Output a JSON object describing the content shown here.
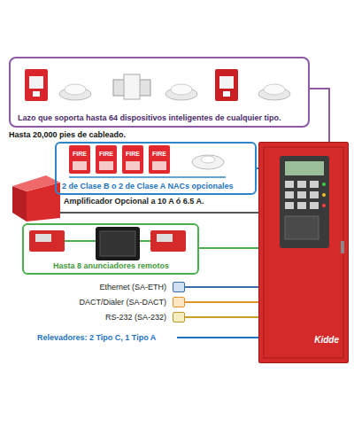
{
  "diagram": {
    "nodes": [
      {
        "text": [
          "Lazo que soporta hasta 64 dispositivos inteligentes de cualquier tipo."
        ]
      },
      {
        "text": [
          "2 de Clase B o 2 de Clase A NACs opcionales"
        ]
      },
      {
        "text": [
          "Amplificador Opcional a 10 A ó 6.5 A."
        ]
      },
      {
        "text": [
          "Hasta 8 anunciadores remotos"
        ]
      },
      {
        "text": [
          "Ethernet (SA-ETH)"
        ]
      },
      {
        "text": [
          "DACT/Dialer (SA-DACT)"
        ]
      },
      {
        "text": [
          "RS-232 (SA-232)"
        ]
      },
      {
        "text": [
          "Kidde"
        ]
      }
    ],
    "edges": [
      {
        "from": 0,
        "to": 7,
        "arrow": "none"
      },
      {
        "from": 1,
        "to": 7,
        "arrow": "none"
      },
      {
        "from": 2,
        "to": 7,
        "arrow": "none"
      },
      {
        "from": 3,
        "to": 7,
        "arrow": "none"
      },
      {
        "from": 4,
        "to": 7,
        "arrow": "none"
      },
      {
        "from": 5,
        "to": 7,
        "arrow": "none"
      },
      {
        "from": 6,
        "to": 7,
        "arrow": "none"
      }
    ],
    "labels": [
      "Hasta 20,000 pies de cableado.",
      "FIRE",
      "FIRE",
      "FIRE",
      "FIRE",
      "Relevadores: 2 Tipo C, 1 Tipo A"
    ]
  }
}
